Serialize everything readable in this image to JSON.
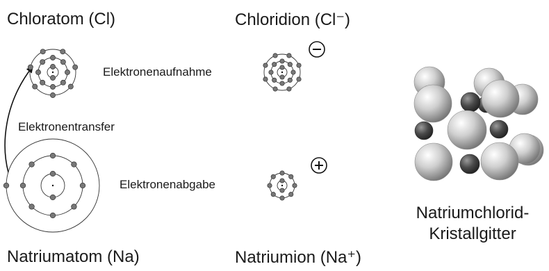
{
  "labels": {
    "chlorine_atom": "Chloratom (Cl)",
    "chloride_ion": "Chloridion (Cl⁻)",
    "sodium_atom": "Natriumatom (Na)",
    "sodium_ion": "Natriumion (Na⁺)",
    "electron_gain": "Elektronenaufnahme",
    "electron_loss": "Elektronenabgabe",
    "electron_transfer": "Elektronentransfer",
    "lattice_line1": "Natriumchlorid-",
    "lattice_line2": "Kristallgitter"
  },
  "atoms": {
    "chlorine_atom": {
      "shell_electrons": [
        2,
        8,
        7
      ]
    },
    "chloride_ion": {
      "shell_electrons": [
        2,
        8,
        8
      ],
      "charge": "−"
    },
    "sodium_atom": {
      "shell_electrons": [
        2,
        8,
        1
      ]
    },
    "sodium_ion": {
      "shell_electrons": [
        2,
        8
      ],
      "charge": "+"
    }
  },
  "colors": {
    "electron": "#777777",
    "shell": "#333333",
    "large_sphere": "#d9d9d9",
    "small_sphere": "#4a4a4a"
  }
}
